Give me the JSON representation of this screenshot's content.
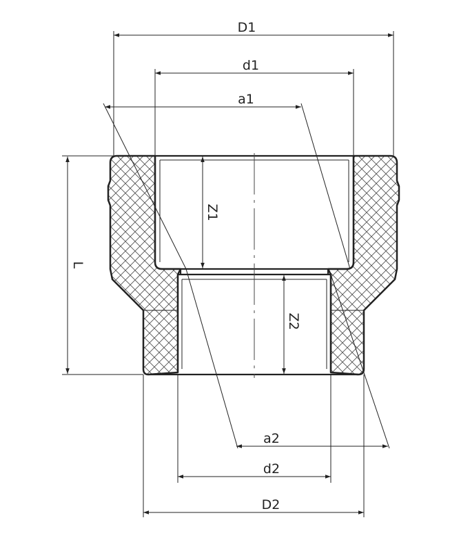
{
  "labels": {
    "D1": "D1",
    "d1": "d1",
    "a1": "a1",
    "Z1": "Z1",
    "L": "L",
    "Z2": "Z2",
    "a2": "a2",
    "d2": "d2",
    "D2": "D2"
  },
  "colors": {
    "line": "#222222",
    "hatch": "#555555",
    "background": "#ffffff"
  }
}
